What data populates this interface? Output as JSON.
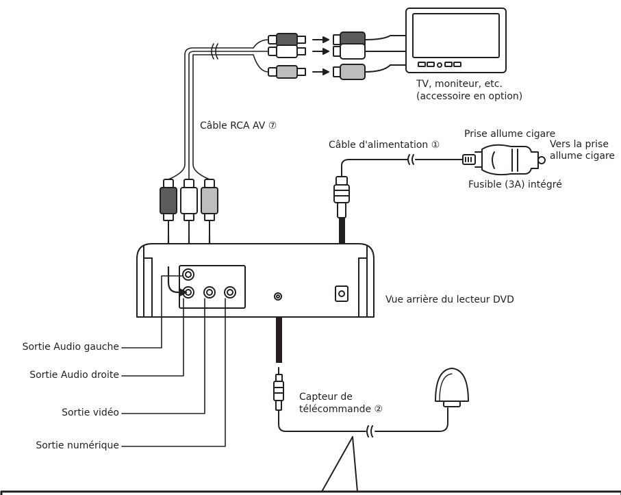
{
  "labels": {
    "tv_line1": "TV, moniteur, etc.",
    "tv_line2": "(accessoire en option)",
    "rca_cable": "Câble RCA AV ⑦",
    "power_cable": "Câble d'alimentation ①",
    "cigar_plug": "Prise allume cigare",
    "to_socket_line1": "Vers la prise",
    "to_socket_line2": "allume cigare",
    "fuse": "Fusible (3A) intégré",
    "rear_view": "Vue arrière du lecteur DVD",
    "out_audio_left": "Sortie Audio gauche",
    "out_audio_right": "Sortie Audio droite",
    "out_video": "Sortie vidéo",
    "out_digital": "Sortie numérique",
    "remote_sensor_line1": "Capteur de",
    "remote_sensor_line2": "télécommande ②"
  },
  "colors": {
    "line": "#231f20",
    "plug_dark": "#5c5c5c",
    "plug_mid": "#bdbdbd",
    "plug_light": "#ffffff"
  }
}
